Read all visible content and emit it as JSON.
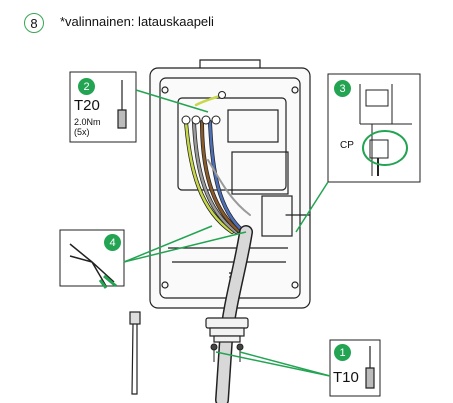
{
  "step": {
    "number": "8",
    "title": "*valinnainen: latauskaapeli"
  },
  "callouts": {
    "c2": {
      "badge": "2",
      "tool": "T20",
      "torque": "2.0Nm",
      "count": "(5x)"
    },
    "c3": {
      "badge": "3",
      "label": "CP"
    },
    "c4": {
      "badge": "4"
    },
    "c1": {
      "badge": "1",
      "tool": "T10"
    }
  },
  "colors": {
    "accent": "#23a452",
    "line": "#222222",
    "wire_yellow_green": "#c8d84a",
    "wire_blue": "#4d6fb8",
    "wire_brown": "#8a5a2b"
  }
}
